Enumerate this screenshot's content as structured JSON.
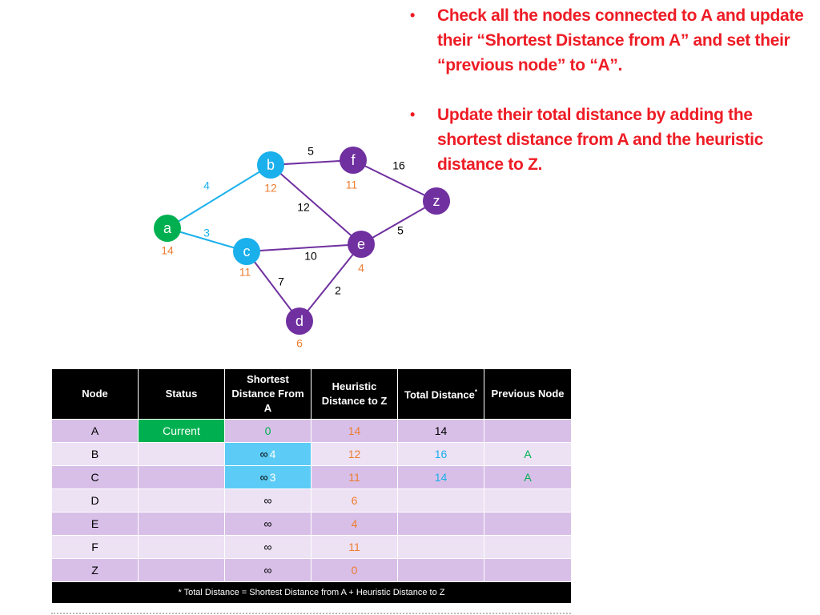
{
  "notes": [
    "Check all the nodes connected to A and update their “Shortest Distance from A” and set their “previous node” to “A”.",
    "Update their total distance by adding the shortest distance from A and the heuristic distance to Z."
  ],
  "bullet_symbol": "•",
  "graph": {
    "nodes": {
      "a": {
        "label": "a",
        "heuristic": "14",
        "color": "#00b050"
      },
      "b": {
        "label": "b",
        "heuristic": "12",
        "color": "#1ab0ec"
      },
      "c": {
        "label": "c",
        "heuristic": "11",
        "color": "#1ab0ec"
      },
      "d": {
        "label": "d",
        "heuristic": "6",
        "color": "#7030a0"
      },
      "e": {
        "label": "e",
        "heuristic": "4",
        "color": "#7030a0"
      },
      "f": {
        "label": "f",
        "heuristic": "11",
        "color": "#7030a0"
      },
      "z": {
        "label": "z",
        "heuristic": "",
        "color": "#7030a0"
      }
    },
    "edges": [
      {
        "from": "a",
        "to": "b",
        "weight": "4",
        "color": "#1ab0ec"
      },
      {
        "from": "a",
        "to": "c",
        "weight": "3",
        "color": "#1ab0ec"
      },
      {
        "from": "b",
        "to": "f",
        "weight": "5",
        "color": "#7030a0"
      },
      {
        "from": "b",
        "to": "e",
        "weight": "12",
        "color": "#7030a0"
      },
      {
        "from": "c",
        "to": "e",
        "weight": "10",
        "color": "#7030a0"
      },
      {
        "from": "c",
        "to": "d",
        "weight": "7",
        "color": "#7030a0"
      },
      {
        "from": "d",
        "to": "e",
        "weight": "2",
        "color": "#7030a0"
      },
      {
        "from": "e",
        "to": "z",
        "weight": "5",
        "color": "#7030a0"
      },
      {
        "from": "f",
        "to": "z",
        "weight": "16",
        "color": "#7030a0"
      }
    ]
  },
  "table": {
    "headers": {
      "node": "Node",
      "status": "Status",
      "shortest": "Shortest Distance From A",
      "heuristic": "Heuristic Distance to Z",
      "total": "Total Distance",
      "total_mark": "*",
      "previous": "Previous Node"
    },
    "rows": [
      {
        "node": "A",
        "status": "Current",
        "shortest_old": "",
        "shortest": "0",
        "heuristic": "14",
        "total": "14",
        "previous": ""
      },
      {
        "node": "B",
        "status": "",
        "shortest_old": "∞",
        "shortest": "4",
        "heuristic": "12",
        "total": "16",
        "previous": "A"
      },
      {
        "node": "C",
        "status": "",
        "shortest_old": "∞",
        "shortest": "3",
        "heuristic": "11",
        "total": "14",
        "previous": "A"
      },
      {
        "node": "D",
        "status": "",
        "shortest_old": "",
        "shortest": "∞",
        "heuristic": "6",
        "total": "",
        "previous": ""
      },
      {
        "node": "E",
        "status": "",
        "shortest_old": "",
        "shortest": "∞",
        "heuristic": "4",
        "total": "",
        "previous": ""
      },
      {
        "node": "F",
        "status": "",
        "shortest_old": "",
        "shortest": "∞",
        "heuristic": "11",
        "total": "",
        "previous": ""
      },
      {
        "node": "Z",
        "status": "",
        "shortest_old": "",
        "shortest": "∞",
        "heuristic": "0",
        "total": "",
        "previous": ""
      }
    ],
    "footnote": "* Total Distance = Shortest Distance from A  +  Heuristic Distance to Z"
  },
  "colors": {
    "note_text": "#ee1c25",
    "current": "#00b050",
    "updated_cell": "#5ccbf5",
    "heuristic_text": "#ed7d31",
    "total_updated_text": "#1ab0ec",
    "row_dark": "#d8bfe8",
    "row_light": "#ede1f4",
    "header_bg": "#000000"
  }
}
